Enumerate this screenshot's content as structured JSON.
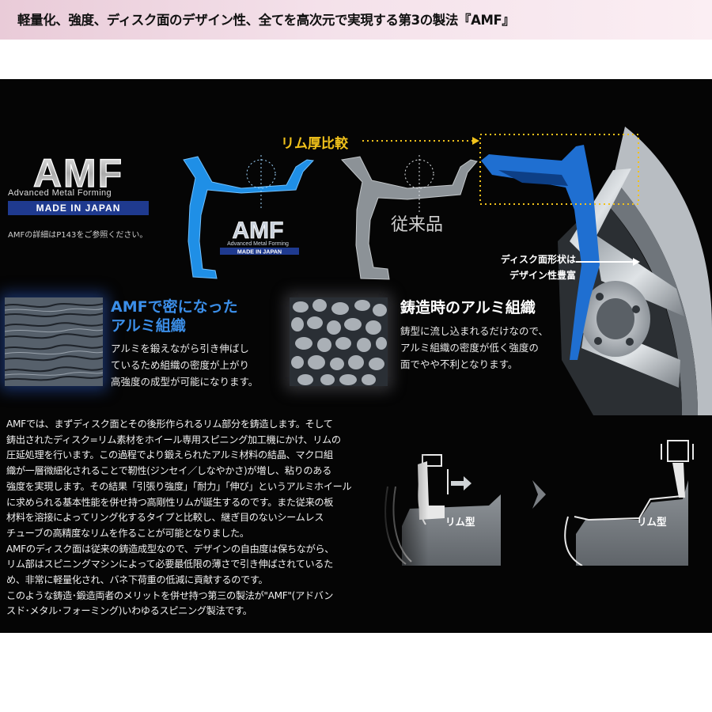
{
  "headline": "軽量化、強度、ディスク面のデザイン性、全てを高次元で実現する第3の製法『AMF』",
  "logo": {
    "wordmark": "AMF",
    "subtitle": "Advanced Metal Forming",
    "made_in": "MADE IN JAPAN",
    "detail_note": "AMFの詳細はP143をご参照ください。"
  },
  "rim_compare": {
    "label": "リム厚比較",
    "amf_badge_word": "AMF",
    "amf_badge_sub": "Advanced Metal Forming",
    "amf_badge_made": "MADE IN JAPAN",
    "conventional_label": "従来品"
  },
  "disk_caption": [
    "ディスク面形状は",
    "デザイン性豊富"
  ],
  "amf_structure": {
    "title": [
      "AMFで密になった",
      "アルミ組織"
    ],
    "text": [
      "アルミを鍛えながら引き伸ばし",
      "ているため組織の密度が上がり",
      "高強度の成型が可能になります。"
    ]
  },
  "cast_structure": {
    "title": "鋳造時のアルミ組織",
    "text": [
      "鋳型に流し込まれるだけなので、",
      "アルミ組織の密度が低く強度の",
      "面でやや不利となります。"
    ]
  },
  "body_text": [
    "AMFでは、まずディスク面とその後形作られるリム部分を鋳造します。そして",
    "鋳出されたディスク=リム素材をホイール専用スピニング加工機にかけ、リムの",
    "圧延処理を行います。この過程でより鍛えられたアルミ材料の結晶、マクロ組",
    "織が一層微細化されることで靭性(ジンセイ／しなやかさ)が増し、粘りのある",
    "強度を実現します。その結果「引張り強度」「耐力」「伸び」というアルミホイール",
    "に求められる基本性能を併せ持つ高剛性リムが誕生するのです。また従来の板",
    "材料を溶接によってリング化するタイプと比較し、継ぎ目のないシームレス",
    "チューブの高精度なリムを作ることが可能となりました。",
    "AMFのディスク面は従来の鋳造成型なので、デザインの自由度は保ちながら、",
    "リム部はスピニングマシンによって必要最低限の薄さで引き伸ばされているた",
    "め、非常に軽量化され、バネ下荷重の低減に貢献するのです。",
    "このような鋳造･鍛造両者のメリットを併せ持つ第三の製法が\"AMF\"(アドバン",
    "スド･メタル･フォーミング)いわゆるスピニング製法です。"
  ],
  "process": {
    "rim_type_1": "リム型",
    "rim_type_2": "リム型"
  },
  "colors": {
    "amf_blue": "#1f8fe6",
    "title_blue": "#3b8ee8",
    "accent_yellow": "#f1c21b",
    "made_in_navy": "#1f3a8f"
  }
}
